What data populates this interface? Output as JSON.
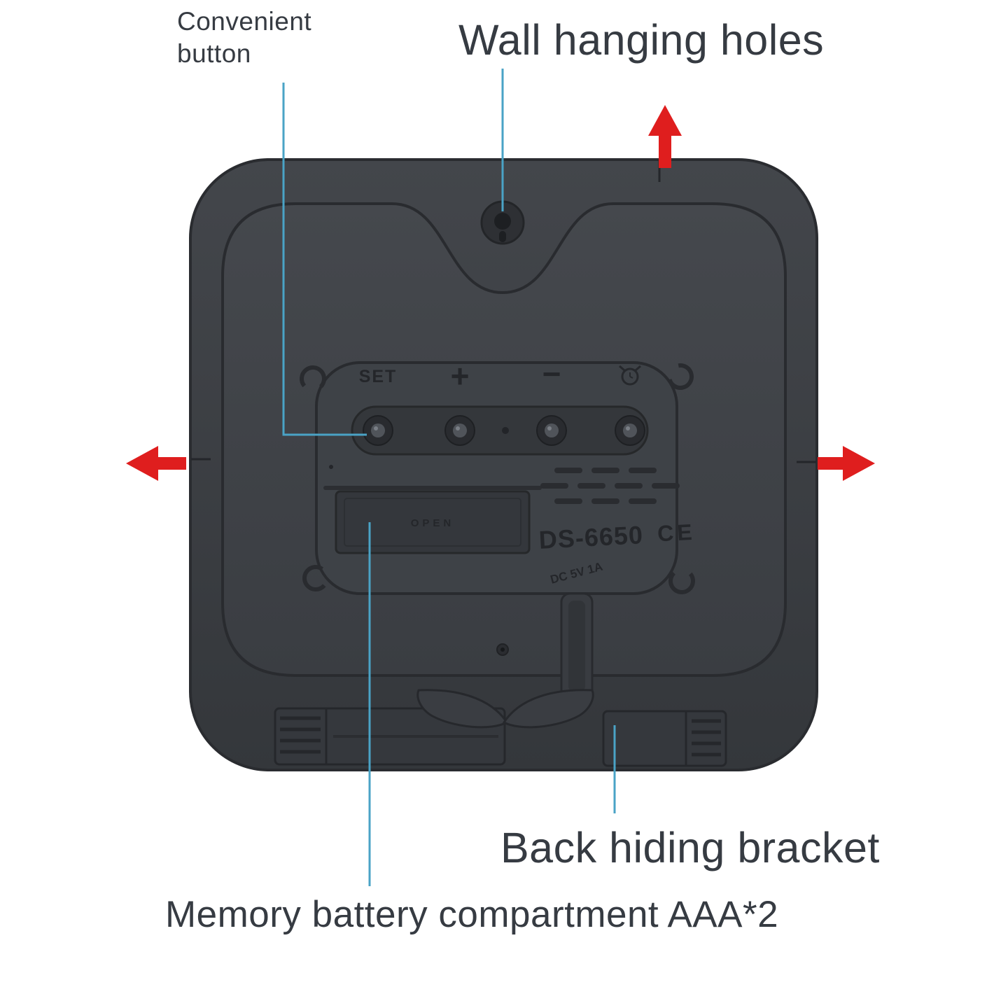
{
  "annotations": {
    "convenient_button": "Convenient button",
    "wall_hanging_holes": "Wall hanging holes",
    "back_hiding_bracket": "Back hiding bracket",
    "memory_battery_compartment": "Memory battery compartment AAA*2"
  },
  "device_markings": {
    "set_button": "SET",
    "plus_button": "+",
    "minus_button": "−",
    "alarm_button_icon": "alarm-clock-icon",
    "battery_door": "OPEN",
    "model_number": "DS-6650",
    "ce_mark": "CE",
    "power_rating": "DC 5V 1A"
  },
  "icons": {
    "up_arrow": "red-up-arrow",
    "left_arrow": "red-left-arrow",
    "right_arrow": "red-right-arrow",
    "hanging_hole": "keyhole-hanging-hole"
  },
  "colors": {
    "background": "#ffffff",
    "device_body": "#3b3e43",
    "label_text": "#363b42",
    "leader_line": "#4aa3c6",
    "arrow_red": "#df1e1e"
  }
}
